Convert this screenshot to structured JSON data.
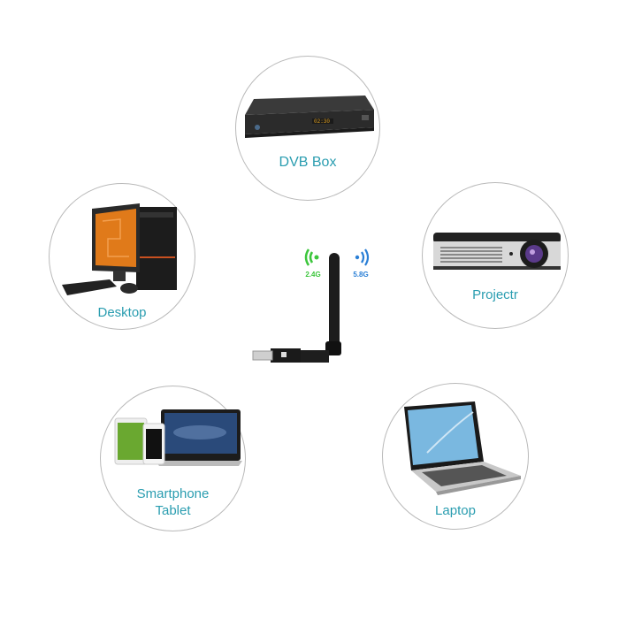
{
  "devices": {
    "dvb_box": {
      "label": "DVB Box",
      "display": "02:30"
    },
    "desktop": {
      "label": "Desktop"
    },
    "projector": {
      "label": "Projectr"
    },
    "smartphone_tablet": {
      "label_line1": "Smartphone",
      "label_line2": "Tablet"
    },
    "laptop": {
      "label": "Laptop"
    }
  },
  "adapter": {
    "band_24": {
      "label": "2.4G",
      "color": "#3cc63c",
      "icon": "wifi-signal-icon"
    },
    "band_58": {
      "label": "5.8G",
      "color": "#2a7fd6",
      "icon": "wifi-signal-icon"
    }
  },
  "colors": {
    "label": "#2a9db0",
    "circle_border": "#b9b9b9"
  }
}
